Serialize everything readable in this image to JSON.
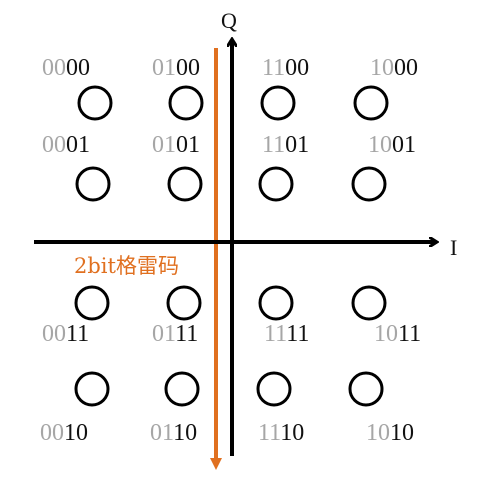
{
  "axes": {
    "q_label": "Q",
    "i_label": "I"
  },
  "annotation": "2bit格雷码",
  "colors": {
    "axis": "#000000",
    "annotation_arrow": "#e07020",
    "gray_bits": "#a6a6a6",
    "black_bits": "#111111"
  },
  "labels": [
    {
      "gray_part": "00",
      "black_part": "00"
    },
    {
      "gray_part": "01",
      "black_part": "00"
    },
    {
      "gray_part": "11",
      "black_part": "00"
    },
    {
      "gray_part": "10",
      "black_part": "00"
    },
    {
      "gray_part": "00",
      "black_part": "01"
    },
    {
      "gray_part": "01",
      "black_part": "01"
    },
    {
      "gray_part": "11",
      "black_part": "01"
    },
    {
      "gray_part": "10",
      "black_part": "01"
    },
    {
      "gray_part": "00",
      "black_part": "11"
    },
    {
      "gray_part": "01",
      "black_part": "11"
    },
    {
      "gray_part": "11",
      "black_part": "11"
    },
    {
      "gray_part": "10",
      "black_part": "11"
    },
    {
      "gray_part": "00",
      "black_part": "10"
    },
    {
      "gray_part": "01",
      "black_part": "10"
    },
    {
      "gray_part": "11",
      "black_part": "10"
    },
    {
      "gray_part": "10",
      "black_part": "10"
    }
  ]
}
